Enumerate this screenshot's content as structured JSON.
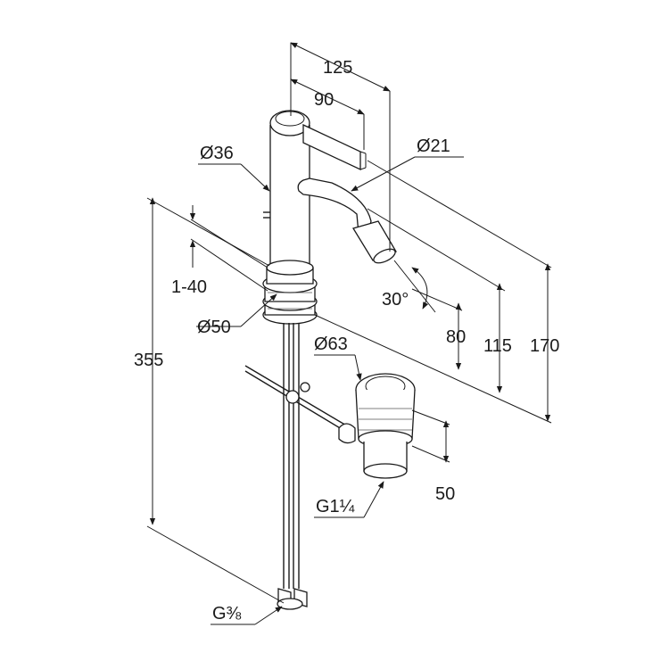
{
  "dimensions": {
    "d125": "125",
    "d90": "90",
    "dia36": "Ø36",
    "dia21": "Ø21",
    "range": "1-40",
    "dia50": "Ø50",
    "angle30": "30°",
    "d80": "80",
    "d115": "115",
    "d170": "170",
    "d355": "355",
    "dia63": "Ø63",
    "d50": "50",
    "g114": "G1¼",
    "g38": "G⅜"
  }
}
